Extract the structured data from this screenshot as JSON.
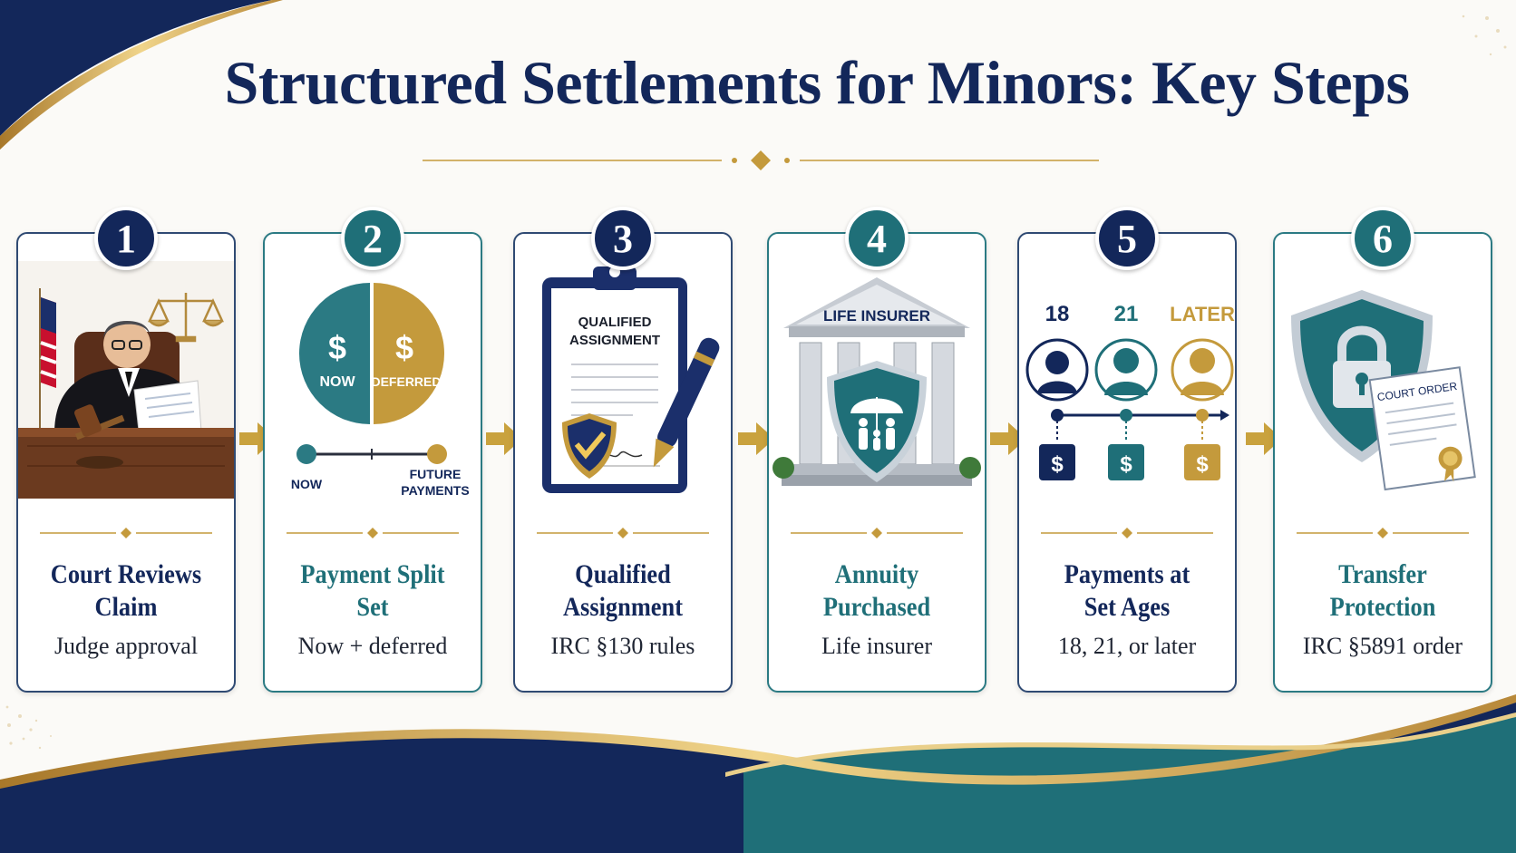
{
  "title": "Structured Settlements for Minors: Key Steps",
  "steps": [
    {
      "number": "1",
      "title": "Court Reviews Claim",
      "subtitle": "Judge approval"
    },
    {
      "number": "2",
      "title": "Payment Split Set",
      "subtitle": "Now + deferred",
      "art": {
        "pie_left_symbol": "$",
        "pie_left_label": "NOW",
        "pie_right_symbol": "$",
        "pie_right_label": "DEFERRED",
        "timeline_start": "NOW",
        "timeline_end_line1": "FUTURE",
        "timeline_end_line2": "PAYMENTS"
      }
    },
    {
      "number": "3",
      "title": "Qualified Assignment",
      "subtitle": "IRC §130 rules",
      "art": {
        "doc_line1": "QUALIFIED",
        "doc_line2": "ASSIGNMENT"
      }
    },
    {
      "number": "4",
      "title": "Annuity Purchased",
      "subtitle": "Life insurer",
      "art": {
        "building_label": "LIFE INSURER"
      }
    },
    {
      "number": "5",
      "title": "Payments at Set Ages",
      "subtitle": "18, 21, or later",
      "art": {
        "age1": "18",
        "age2": "21",
        "age3": "LATER",
        "dollar": "$"
      }
    },
    {
      "number": "6",
      "title": "Transfer Protection",
      "subtitle": "IRC §5891 order",
      "art": {
        "doc_label": "COURT ORDER"
      }
    }
  ],
  "colors": {
    "navy": "#13275a",
    "teal": "#1f6f78",
    "gold": "#c49a3c"
  }
}
